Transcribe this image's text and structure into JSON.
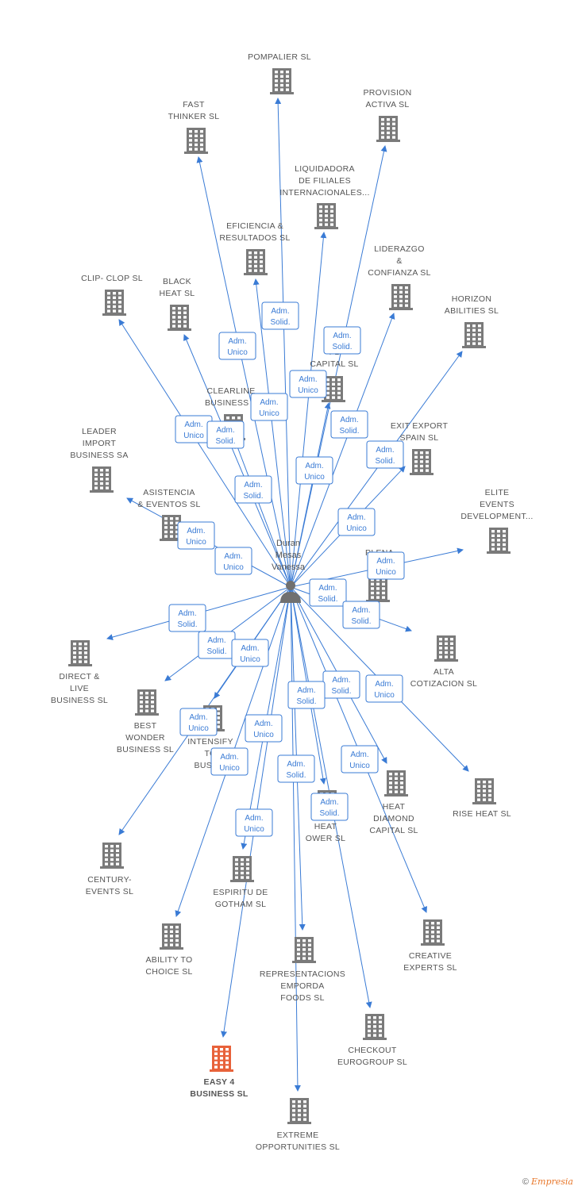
{
  "colors": {
    "edge": "#3a7bd5",
    "company": "#7a7a7a",
    "highlight": "#e8623a",
    "role_text": "#3a7bd5"
  },
  "center": {
    "name_lines": [
      "Duran",
      "Mesas",
      "Vanessa"
    ],
    "icon": "person-icon"
  },
  "nodes": [
    {
      "id": "pompalier",
      "lines": [
        "POMPALIER SL"
      ]
    },
    {
      "id": "provision",
      "lines": [
        "PROVISION",
        "ACTIVA SL"
      ]
    },
    {
      "id": "fast",
      "lines": [
        "FAST",
        "THINKER SL"
      ]
    },
    {
      "id": "liquidadora",
      "lines": [
        "LIQUIDADORA",
        "DE FILIALES",
        "INTERNACIONALES..."
      ]
    },
    {
      "id": "eficiencia",
      "lines": [
        "EFICIENCIA &",
        "RESULTADOS SL"
      ]
    },
    {
      "id": "liderazgo",
      "lines": [
        "LIDERAZGO",
        "&",
        "CONFIANZA SL"
      ]
    },
    {
      "id": "clip",
      "lines": [
        "CLIP- CLOP SL"
      ]
    },
    {
      "id": "black",
      "lines": [
        "BLACK",
        "HEAT SL"
      ]
    },
    {
      "id": "horizon",
      "lines": [
        "HORIZON",
        "ABILITIES SL"
      ]
    },
    {
      "id": "flash",
      "lines": [
        "FL",
        "CAPITAL SL"
      ]
    },
    {
      "id": "clearline",
      "lines": [
        "CLEARLINE",
        "BUSINESS S"
      ]
    },
    {
      "id": "exit",
      "lines": [
        "EXIT EXPORT",
        "SPAIN SL"
      ]
    },
    {
      "id": "leader",
      "lines": [
        "LEADER",
        "IMPORT",
        "BUSINESS SA"
      ]
    },
    {
      "id": "asistencia",
      "lines": [
        "ASISTENCIA",
        "& EVENTOS SL"
      ]
    },
    {
      "id": "elite",
      "lines": [
        "ELITE",
        "EVENTS",
        "DEVELOPMENT..."
      ]
    },
    {
      "id": "plena",
      "lines": [
        "PLENA",
        "ARM"
      ]
    },
    {
      "id": "direct",
      "lines": [
        "DIRECT &",
        "LIVE",
        "BUSINESS SL"
      ]
    },
    {
      "id": "alta",
      "lines": [
        "ALTA",
        "COTIZACION SL"
      ]
    },
    {
      "id": "best",
      "lines": [
        "BEST",
        "WONDER",
        "BUSINESS SL"
      ]
    },
    {
      "id": "intensify",
      "lines": [
        "INTENSIFY",
        "TO",
        "BUSINE"
      ]
    },
    {
      "id": "heatdiamond",
      "lines": [
        "HEAT",
        "DIAMOND",
        "CAPITAL SL"
      ]
    },
    {
      "id": "riseheat",
      "lines": [
        "RISE HEAT SL"
      ]
    },
    {
      "id": "heatpower",
      "lines": [
        "HEAT",
        "OWER SL"
      ]
    },
    {
      "id": "century",
      "lines": [
        "CENTURY-",
        "EVENTS SL"
      ]
    },
    {
      "id": "espiritu",
      "lines": [
        "ESPIRITU DE",
        "GOTHAM SL"
      ]
    },
    {
      "id": "ability",
      "lines": [
        "ABILITY TO",
        "CHOICE SL"
      ]
    },
    {
      "id": "creative",
      "lines": [
        "CREATIVE",
        "EXPERTS SL"
      ]
    },
    {
      "id": "representaciones",
      "lines": [
        "REPRESENTACIONS",
        "EMPORDA",
        "FOODS SL"
      ]
    },
    {
      "id": "checkout",
      "lines": [
        "CHECKOUT",
        "EUROGROUP SL"
      ]
    },
    {
      "id": "easy4",
      "lines": [
        "EASY 4",
        "BUSINESS SL"
      ],
      "highlight": true
    },
    {
      "id": "extreme",
      "lines": [
        "EXTREME",
        "OPPORTUNITIES SL"
      ]
    }
  ],
  "roles": [
    {
      "lines": [
        "Adm.",
        "Solid."
      ]
    },
    {
      "lines": [
        "Adm.",
        "Unico"
      ]
    },
    {
      "lines": [
        "Adm.",
        "Solid."
      ]
    },
    {
      "lines": [
        "Adm.",
        "Unico"
      ]
    },
    {
      "lines": [
        "Adm.",
        "Unico"
      ]
    },
    {
      "lines": [
        "Adm.",
        "Solid."
      ]
    },
    {
      "lines": [
        "Adm.",
        "Unico"
      ]
    },
    {
      "lines": [
        "Adm.",
        "Solid."
      ]
    },
    {
      "lines": [
        "Adm.",
        "Solid."
      ]
    },
    {
      "lines": [
        "Adm.",
        "Unico"
      ]
    },
    {
      "lines": [
        "Adm.",
        "Solid."
      ]
    },
    {
      "lines": [
        "Adm.",
        "Unico"
      ]
    },
    {
      "lines": [
        "Adm.",
        "Unico"
      ]
    },
    {
      "lines": [
        "Adm.",
        "Unico"
      ]
    },
    {
      "lines": [
        "Adm.",
        "Unico"
      ]
    },
    {
      "lines": [
        "Adm.",
        "Solid."
      ]
    },
    {
      "lines": [
        "Adm.",
        "Solid."
      ]
    },
    {
      "lines": [
        "Adm.",
        "Solid."
      ]
    },
    {
      "lines": [
        "Adm.",
        "Solid."
      ]
    },
    {
      "lines": [
        "Adm.",
        "Unico"
      ]
    },
    {
      "lines": [
        "Adm.",
        "Solid."
      ]
    },
    {
      "lines": [
        "Adm.",
        "Solid."
      ]
    },
    {
      "lines": [
        "Adm.",
        "Unico"
      ]
    },
    {
      "lines": [
        "Adm.",
        "Unico"
      ]
    },
    {
      "lines": [
        "Adm.",
        "Unico"
      ]
    },
    {
      "lines": [
        "Adm.",
        "Unico"
      ]
    },
    {
      "lines": [
        "Adm.",
        "Unico"
      ]
    },
    {
      "lines": [
        "Adm.",
        "Solid."
      ]
    },
    {
      "lines": [
        "Adm.",
        "Unico"
      ]
    },
    {
      "lines": [
        "Adm.",
        "Solid."
      ]
    }
  ],
  "footer": {
    "copyright": "©",
    "brand": "Empresia"
  }
}
